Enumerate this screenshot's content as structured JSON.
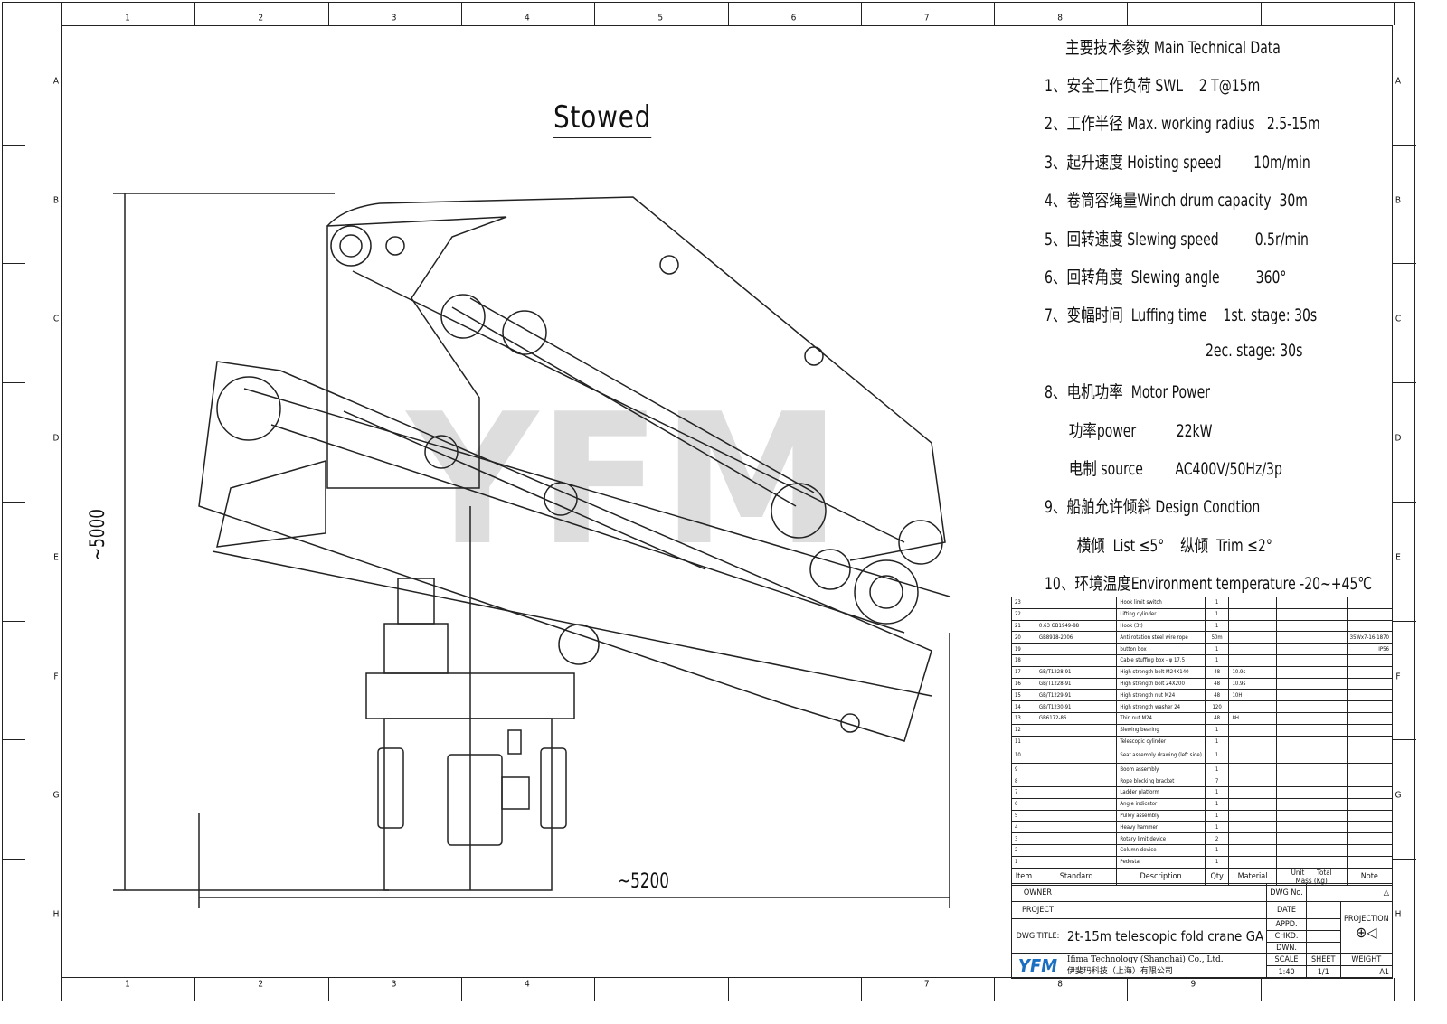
{
  "zone_columns": [
    "1",
    "2",
    "3",
    "4",
    "5",
    "6",
    "7",
    "8"
  ],
  "zone_columns_bottom": [
    "1",
    "2",
    "3",
    "4",
    "",
    "",
    "7",
    "8",
    "9"
  ],
  "zone_rows": [
    "A",
    "B",
    "C",
    "D",
    "E",
    "F",
    "G",
    "H"
  ],
  "view_title": "Stowed",
  "dimensions": {
    "height": "~5000",
    "width": "~5200"
  },
  "watermark": "YFM",
  "specs": {
    "heading": "主要技术参数 Main Technical Data",
    "items": [
      "1、安全工作负荷 SWL    2 T@15m",
      "2、工作半径 Max. working radius   2.5-15m",
      "3、起升速度 Hoisting speed        10m/min",
      "4、卷筒容绳量Winch drum capacity  30m",
      "5、回转速度 Slewing speed         0.5r/min",
      "6、回转角度  Slewing angle         360°",
      "7、变幅时间  Luffing time    1st. stage: 30s",
      "                                        2ec. stage: 30s",
      "8、电机功率  Motor Power",
      "      功率power          22kW",
      "      电制 source        AC400V/50Hz/3p",
      "9、船舶允许倾斜 Design Condtion",
      "        横倾  List ≤5°    纵倾  Trim ≤2°",
      "10、环境温度Environment temperature -20~+45℃"
    ]
  },
  "parts_list": {
    "headers": {
      "item": "Item",
      "standard": "Standard",
      "description": "Description",
      "qty": "Qty",
      "material": "Material",
      "unit": "Unit",
      "total": "Total",
      "mass": "Mass (Kg)",
      "note": "Note"
    },
    "rows": [
      {
        "item": "23",
        "standard": "",
        "description": "Hook limit switch",
        "qty": "1",
        "material": "",
        "note": ""
      },
      {
        "item": "22",
        "standard": "",
        "description": "Lifting cylinder",
        "qty": "1",
        "material": "",
        "note": ""
      },
      {
        "item": "21",
        "standard": "0.63 GB1949-88",
        "description": "Hook (3t)",
        "qty": "1",
        "material": "",
        "note": ""
      },
      {
        "item": "20",
        "standard": "GB8918-2006",
        "description": "Anti rotation steel wire rope",
        "qty": "50m",
        "material": "",
        "note": "35Wx7-16-1870"
      },
      {
        "item": "19",
        "standard": "",
        "description": "button box",
        "qty": "1",
        "material": "",
        "note": "IP56"
      },
      {
        "item": "18",
        "standard": "",
        "description": "Cable stuffing box - φ 17.5",
        "qty": "1",
        "material": "",
        "note": ""
      },
      {
        "item": "17",
        "standard": "GB/T1228-91",
        "description": "High strength bolt M24X140",
        "qty": "48",
        "material": "10.9s",
        "note": ""
      },
      {
        "item": "16",
        "standard": "GB/T1228-91",
        "description": "High strength bolt 24X200",
        "qty": "48",
        "material": "10.9s",
        "note": ""
      },
      {
        "item": "15",
        "standard": "GB/T1229-91",
        "description": "High strength nut M24",
        "qty": "48",
        "material": "10H",
        "note": ""
      },
      {
        "item": "14",
        "standard": "GB/T1230-91",
        "description": "High strength washer 24",
        "qty": "120",
        "material": "",
        "note": ""
      },
      {
        "item": "13",
        "standard": "GB6172-86",
        "description": "Thin nut M24",
        "qty": "48",
        "material": "8H",
        "note": ""
      },
      {
        "item": "12",
        "standard": "",
        "description": "Slewing bearing",
        "qty": "1",
        "material": "",
        "note": ""
      },
      {
        "item": "11",
        "standard": "",
        "description": "Telescopic cylinder",
        "qty": "1",
        "material": "",
        "note": ""
      },
      {
        "item": "10",
        "standard": "",
        "description": "Seat assembly drawing (left side)",
        "qty": "1",
        "material": "",
        "note": ""
      },
      {
        "item": "9",
        "standard": "",
        "description": "Boom assembly",
        "qty": "1",
        "material": "",
        "note": ""
      },
      {
        "item": "8",
        "standard": "",
        "description": "Rope blocking bracket",
        "qty": "7",
        "material": "",
        "note": ""
      },
      {
        "item": "7",
        "standard": "",
        "description": "Ladder platform",
        "qty": "1",
        "material": "",
        "note": ""
      },
      {
        "item": "6",
        "standard": "",
        "description": "Angle indicator",
        "qty": "1",
        "material": "",
        "note": ""
      },
      {
        "item": "5",
        "standard": "",
        "description": "Pulley assembly",
        "qty": "1",
        "material": "",
        "note": ""
      },
      {
        "item": "4",
        "standard": "",
        "description": "Heavy hammer",
        "qty": "1",
        "material": "",
        "note": ""
      },
      {
        "item": "3",
        "standard": "",
        "description": "Rotary limit device",
        "qty": "2",
        "material": "",
        "note": ""
      },
      {
        "item": "2",
        "standard": "",
        "description": "Column device",
        "qty": "1",
        "material": "",
        "note": ""
      },
      {
        "item": "1",
        "standard": "",
        "description": "Pedestal",
        "qty": "1",
        "material": "",
        "note": ""
      }
    ]
  },
  "title_block": {
    "owner": "OWNER",
    "project": "PROJECT",
    "dwg_title_label": "DWG TITLE:",
    "dwg_title": "2t-15m telescopic fold crane GA",
    "dwg_no": "DWG No.",
    "date": "DATE",
    "appd": "APPD.",
    "chkd": "CHKD.",
    "dwn": "DWN.",
    "projection": "PROJECTION",
    "scale_label": "SCALE",
    "scale": "1:40",
    "sheet_label": "SHEET",
    "sheet": "1/1",
    "weight_label": "WEIGHT",
    "size": "A1",
    "logo": "YFM",
    "company_en": "Ifima Technology (Shanghai) Co., Ltd.",
    "company_cn": "伊斐玛科技（上海）有限公司"
  }
}
